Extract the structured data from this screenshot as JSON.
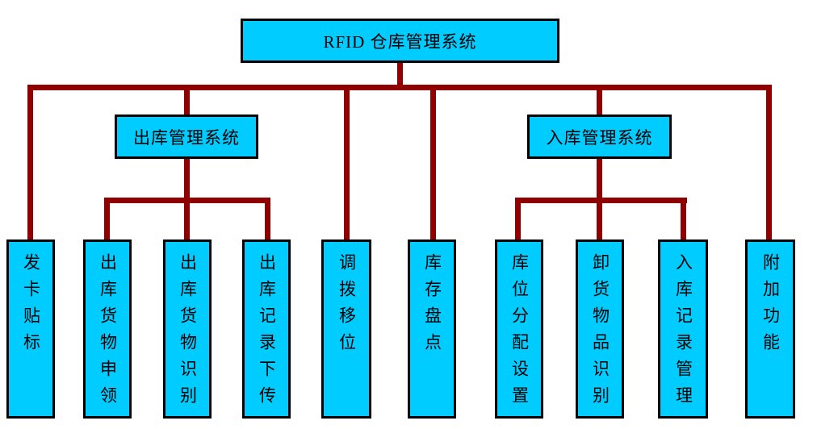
{
  "diagram": {
    "type": "hierarchy-tree",
    "root": {
      "label": "RFID 仓库管理系统"
    },
    "branches": [
      {
        "label": "出库管理系统",
        "parent": "RFID 仓库管理系统"
      },
      {
        "label": "入库管理系统",
        "parent": "RFID 仓库管理系统"
      }
    ],
    "leaves": [
      {
        "label": "发卡贴标",
        "parent": "RFID 仓库管理系统"
      },
      {
        "label": "出库货物申领",
        "parent": "出库管理系统"
      },
      {
        "label": "出库货物识别",
        "parent": "出库管理系统"
      },
      {
        "label": "出库记录下传",
        "parent": "出库管理系统"
      },
      {
        "label": "调拨移位",
        "parent": "RFID 仓库管理系统"
      },
      {
        "label": "库存盘点",
        "parent": "RFID 仓库管理系统"
      },
      {
        "label": "库位分配设置",
        "parent": "入库管理系统"
      },
      {
        "label": "卸货物品识别",
        "parent": "入库管理系统"
      },
      {
        "label": "入库记录管理",
        "parent": "入库管理系统"
      },
      {
        "label": "附加功能",
        "parent": "RFID 仓库管理系统"
      }
    ],
    "colors": {
      "box_fill": "#00CCFF",
      "box_border": "#000000",
      "connector": "#900000",
      "background": "#FFFFFF",
      "text": "#000000"
    }
  }
}
